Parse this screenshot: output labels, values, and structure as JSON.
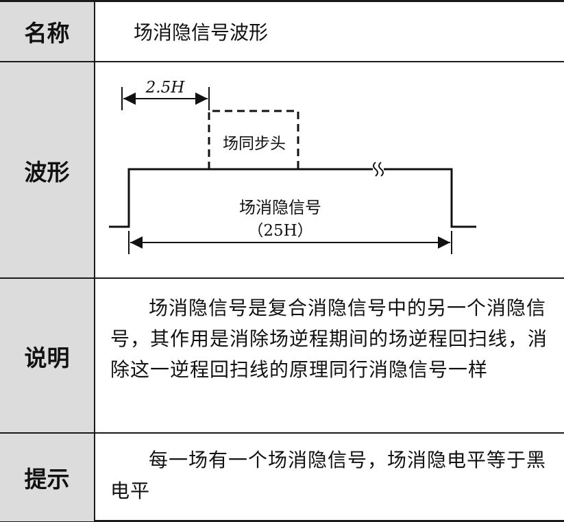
{
  "rows": {
    "name": {
      "header": "名称",
      "value": "场消隐信号波形"
    },
    "waveform": {
      "header": "波形",
      "label_top_width": "2.5H",
      "label_sync": "场同步头",
      "label_signal": "场消隐信号",
      "label_duration": "（25H）"
    },
    "explanation": {
      "header": "说明",
      "text": "场消隐信号是复合消隐信号中的另一个消隐信号，其作用是消除场逆程期间的场逆程回扫线，消除这一逆程回扫线的原理同行消隐信号一样"
    },
    "tip": {
      "header": "提示",
      "text": "每一场有一个场消隐信号，场消隐电平等于黑电平"
    }
  }
}
